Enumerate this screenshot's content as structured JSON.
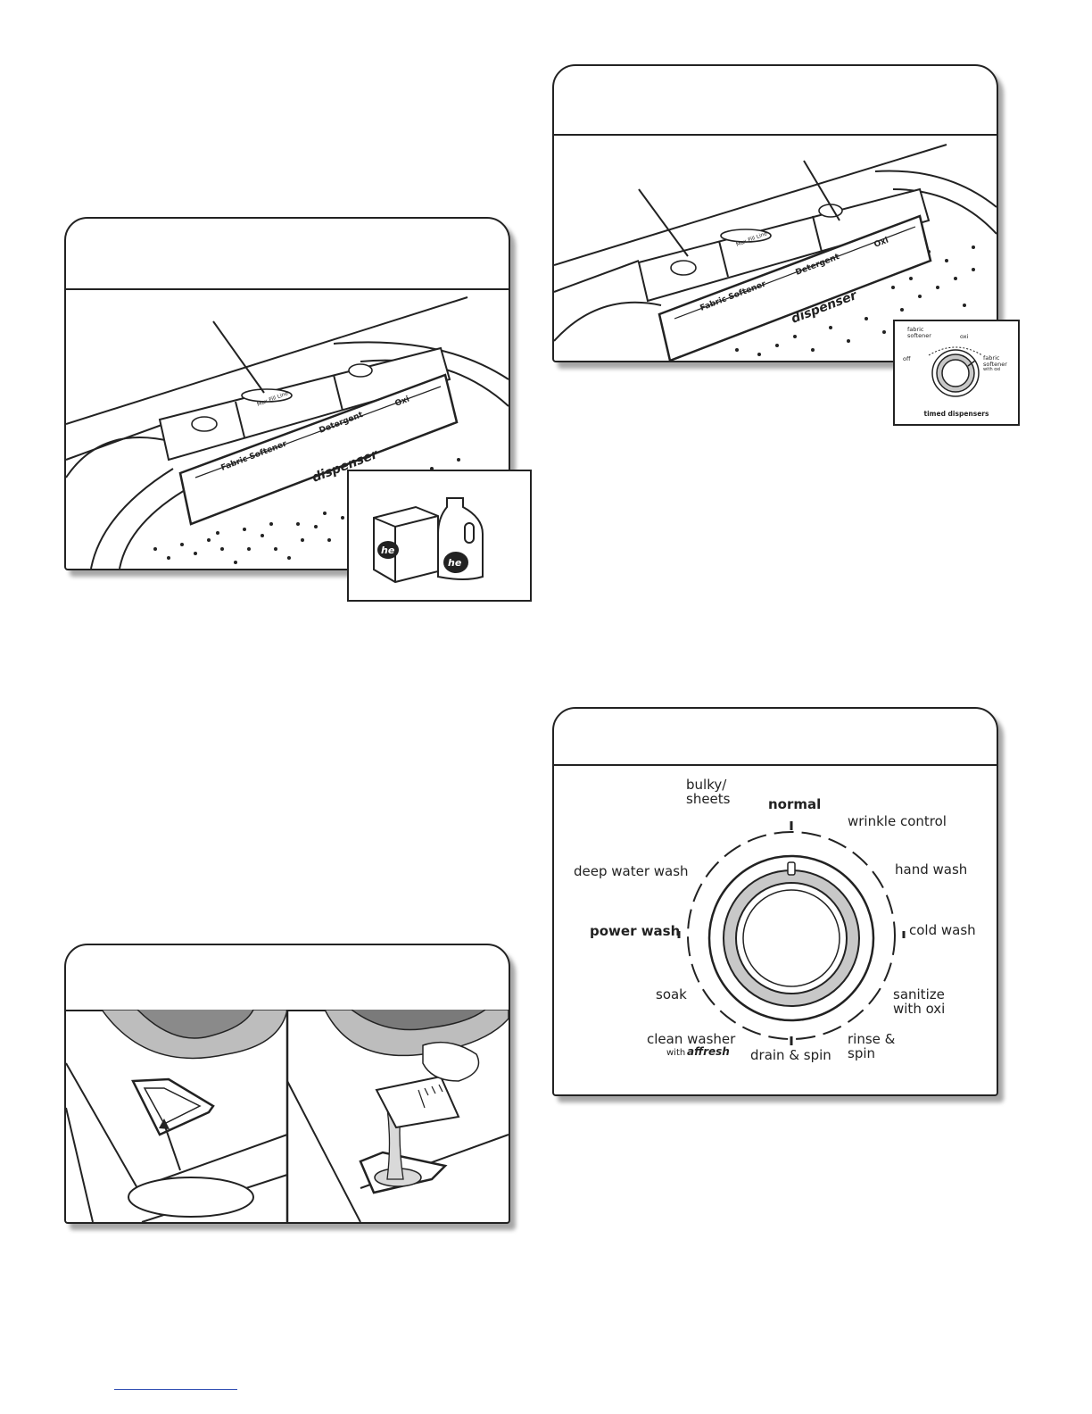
{
  "panel_a": {
    "drawer": {
      "fabric_softener": "Fabric Softener",
      "detergent": "Detergent",
      "oxi": "Oxi",
      "dispenser": "dispenser",
      "max_fill": "Max Fill Line"
    },
    "inset_logo": "he"
  },
  "panel_b": {
    "drawer": {
      "fabric_softener": "Fabric Softener",
      "detergent": "Detergent",
      "oxi": "Oxi",
      "dispenser": "dispenser",
      "max_fill": "Max Fill Line"
    },
    "timed_dial": {
      "off": "off",
      "fabric_softener": "fabric softener",
      "oxi": "oxi",
      "fabric_softener_with_oxi": "fabric softener",
      "with_oxi": "with oxi",
      "caption": "timed dispensers"
    }
  },
  "panel_d": {
    "cycles": {
      "bulky_sheets": "bulky/ sheets",
      "normal": "normal",
      "wrinkle_control": "wrinkle control",
      "deep_water_wash": "deep water wash",
      "hand_wash": "hand wash",
      "power_wash": "power wash",
      "cold_wash": "cold wash",
      "soak": "soak",
      "sanitize_with_oxi": "sanitize with oxi",
      "clean_washer": "clean washer",
      "with_affresh_prefix": "with",
      "affresh": "affresh",
      "drain_spin": "drain & spin",
      "rinse_spin": "rinse & spin"
    }
  },
  "colors": {
    "line": "#222222",
    "gray": "#c8c8c8",
    "liquid": "#d9d9d9",
    "link": "#3350b3"
  }
}
